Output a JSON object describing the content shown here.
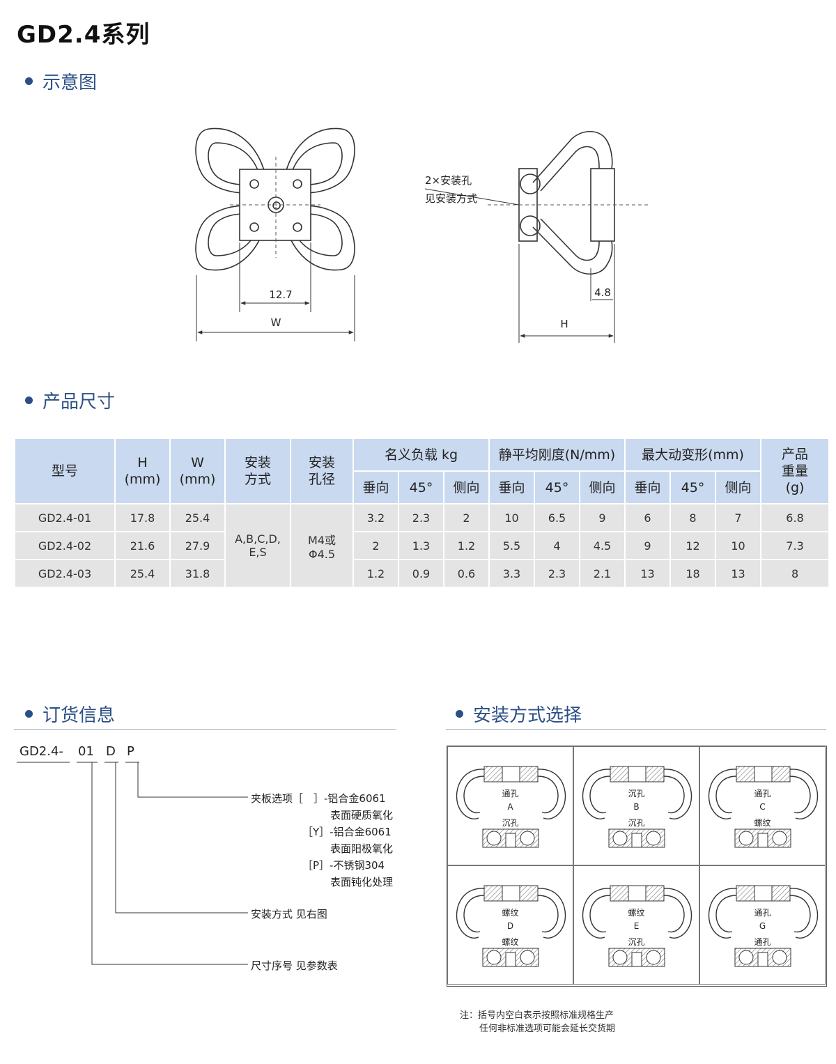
{
  "title": "GD2.4系列",
  "sections": {
    "diagram": "示意图",
    "dimensions": "产品尺寸",
    "ordering": "订货信息",
    "mounting": "安装方式选择"
  },
  "diagram": {
    "dim_12_7": "12.7",
    "dim_w": "W",
    "dim_h": "H",
    "dim_4_8": "4.8",
    "hole_label_1": "2×安装孔",
    "hole_label_2": "见安装方式"
  },
  "table": {
    "headers": {
      "model": "型号",
      "h": "H",
      "h_unit": "(mm)",
      "w": "W",
      "w_unit": "(mm)",
      "mount_1": "安装",
      "mount_2": "方式",
      "hole_1": "安装",
      "hole_2": "孔径",
      "load": "名义负载 kg",
      "stiff": "静平均刚度(N/mm)",
      "deform": "最大动变形(mm)",
      "weight_1": "产品",
      "weight_2": "重量",
      "weight_3": "(g)",
      "sub_vertical": "垂向",
      "sub_45": "45°",
      "sub_side": "侧向"
    },
    "mount_value_1": "A,B,C,D,",
    "mount_value_2": "E,S",
    "hole_value_1": "M4或",
    "hole_value_2": "Φ4.5",
    "rows": [
      {
        "model": "GD2.4-01",
        "h": "17.8",
        "w": "25.4",
        "l_v": "3.2",
        "l_45": "2.3",
        "l_s": "2",
        "k_v": "10",
        "k_45": "6.5",
        "k_s": "9",
        "d_v": "6",
        "d_45": "8",
        "d_s": "7",
        "g": "6.8"
      },
      {
        "model": "GD2.4-02",
        "h": "21.6",
        "w": "27.9",
        "l_v": "2",
        "l_45": "1.3",
        "l_s": "1.2",
        "k_v": "5.5",
        "k_45": "4",
        "k_s": "4.5",
        "d_v": "9",
        "d_45": "12",
        "d_s": "10",
        "g": "7.3"
      },
      {
        "model": "GD2.4-03",
        "h": "25.4",
        "w": "31.8",
        "l_v": "1.2",
        "l_45": "0.9",
        "l_s": "0.6",
        "k_v": "3.3",
        "k_45": "2.3",
        "k_s": "2.1",
        "d_v": "13",
        "d_45": "18",
        "d_s": "13",
        "g": "8"
      }
    ]
  },
  "ordering": {
    "code_base": "GD2.4-",
    "code_size": "01",
    "code_mount": "D",
    "code_plate": "P",
    "plate_1": "夹板选项［　］-铝合金6061",
    "plate_2": "表面硬质氧化",
    "plate_3": "［Y］-铝合金6061",
    "plate_4": "表面阳极氧化",
    "plate_5": "［P］-不锈钢304",
    "plate_6": "表面钝化处理",
    "mount_line": "安装方式  见右图",
    "size_line": "尺寸序号    见参数表"
  },
  "mounting": [
    {
      "top": "通孔",
      "letter": "A",
      "bottom": "沉孔"
    },
    {
      "top": "沉孔",
      "letter": "B",
      "bottom": "沉孔"
    },
    {
      "top": "通孔",
      "letter": "C",
      "bottom": "螺纹"
    },
    {
      "top": "螺纹",
      "letter": "D",
      "bottom": "螺纹"
    },
    {
      "top": "螺纹",
      "letter": "E",
      "bottom": "沉孔"
    },
    {
      "top": "通孔",
      "letter": "G",
      "bottom": "通孔"
    }
  ],
  "note": {
    "line1": "注：括号内空白表示按照标准规格生产",
    "line2": "任何非标准选项可能会延长交货期"
  }
}
